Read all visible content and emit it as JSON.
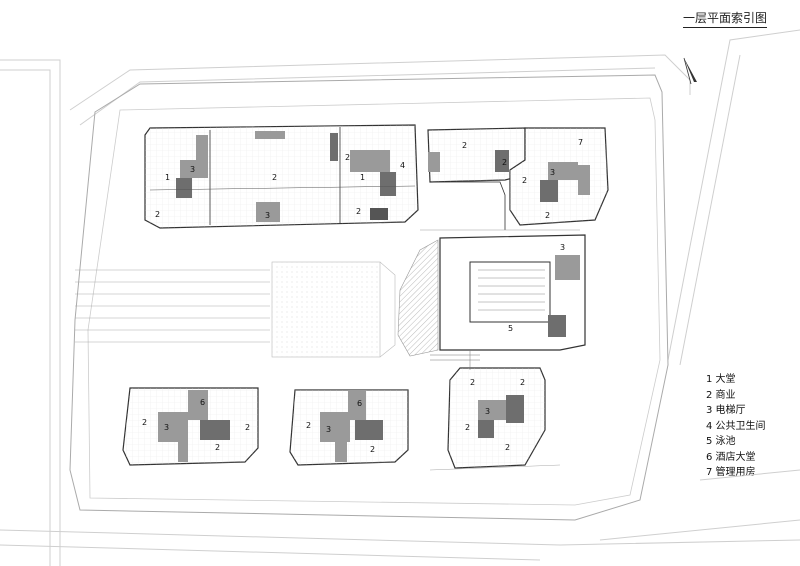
{
  "title": "一层平面索引图",
  "legend": [
    "1 大堂",
    "2 商业",
    "3 电梯厅",
    "4 公共卫生间",
    "5 泳池",
    "6 酒店大堂",
    "7 管理用房"
  ],
  "colors": {
    "line": "#333333",
    "light_line": "#cfcfcf",
    "core_fill": "#9a9a9a",
    "dark_fill": "#6e6e6e",
    "hatch_fill": "#e6e6e6"
  },
  "icons": {
    "north": "north-arrow-icon"
  }
}
